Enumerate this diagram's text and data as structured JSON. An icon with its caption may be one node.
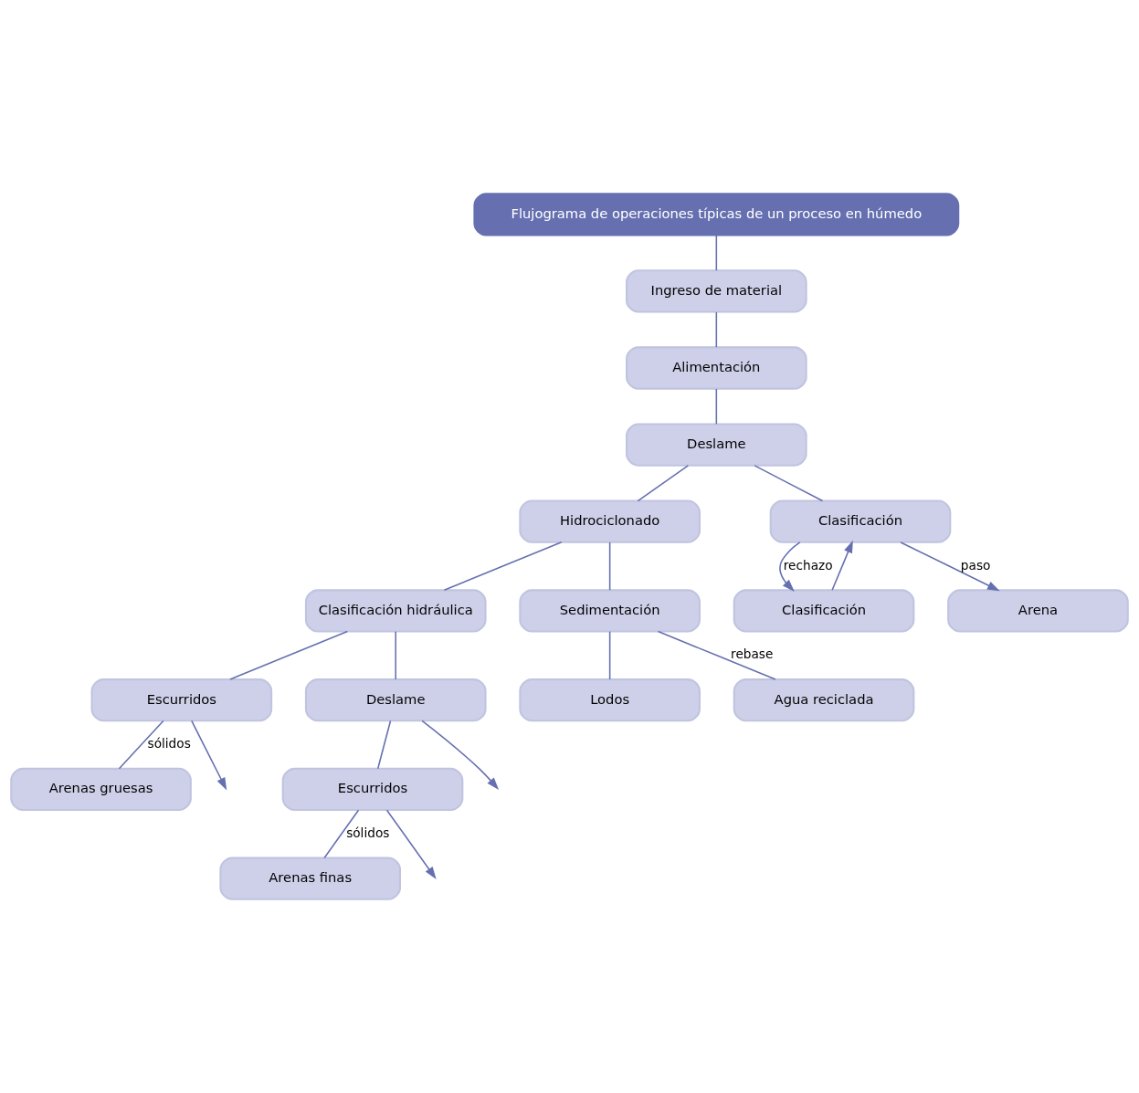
{
  "diagram": {
    "nodes": [
      {
        "text": [
          "Flujograma de operaciones típicas de un proceso en húmedo"
        ]
      },
      {
        "text": [
          "Ingreso de material"
        ]
      },
      {
        "text": [
          "Alimentación"
        ]
      },
      {
        "text": [
          "Deslame"
        ]
      },
      {
        "text": [
          "Hidrociclonado"
        ]
      },
      {
        "text": [
          "Clasificación hidráulica"
        ]
      },
      {
        "text": [
          "Clasificación"
        ]
      },
      {
        "text": [
          "Clasificación"
        ]
      },
      {
        "text": [
          "Arena"
        ]
      },
      {
        "text": [
          "Escurridos"
        ]
      },
      {
        "text": [
          "Deslame"
        ]
      },
      {
        "text": [
          "Escurridos"
        ]
      },
      {
        "text": [
          "Arenas gruesas"
        ]
      },
      {
        "text": [
          "Arenas finas"
        ]
      },
      {
        "text": [
          "Sedimentación"
        ]
      },
      {
        "text": [
          "Lodos"
        ]
      },
      {
        "text": [
          "Agua reciclada"
        ]
      }
    ],
    "edges": [
      {
        "from": 0,
        "to": 1,
        "arrow": "none"
      },
      {
        "from": 1,
        "to": 2,
        "arrow": "none"
      },
      {
        "from": 2,
        "to": 3,
        "arrow": "none"
      },
      {
        "from": 3,
        "to": 4,
        "arrow": "none"
      },
      {
        "from": 4,
        "to": 5,
        "arrow": "none"
      },
      {
        "from": 3,
        "to": 6,
        "arrow": "none"
      },
      {
        "from": 6,
        "to": 7,
        "arrow": "to",
        "label": "rechazo"
      },
      {
        "from": 7,
        "to": 6,
        "arrow": "to"
      },
      {
        "from": 6,
        "to": 8,
        "arrow": "to",
        "label": "paso"
      },
      {
        "from": 4,
        "to": 14,
        "arrow": "none"
      },
      {
        "from": 5,
        "to": 9,
        "arrow": "none"
      },
      {
        "from": 5,
        "to": 10,
        "arrow": "none"
      },
      {
        "from": 10,
        "to": null,
        "arrow": "to"
      },
      {
        "from": 9,
        "to": null,
        "arrow": "to"
      },
      {
        "from": 10,
        "to": 11,
        "arrow": "none"
      },
      {
        "from": 11,
        "to": null,
        "arrow": "to"
      },
      {
        "from": 9,
        "to": 12,
        "arrow": "none",
        "label": "sólidos"
      },
      {
        "from": 11,
        "to": 13,
        "arrow": "none",
        "label": "sólidos"
      },
      {
        "from": 14,
        "to": 15,
        "arrow": "none"
      },
      {
        "from": 14,
        "to": 16,
        "arrow": "none",
        "label": "rebase"
      }
    ]
  }
}
